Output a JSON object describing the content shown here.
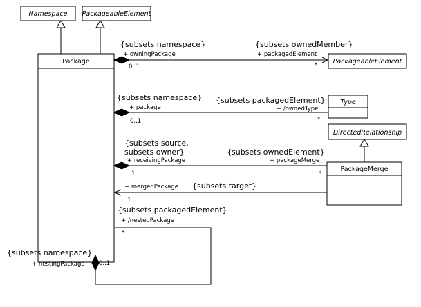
{
  "classes": {
    "namespace": "Namespace",
    "packageable_element_top": "PackageableElement",
    "package": "Package",
    "packageable_element_right": "PackageableElement",
    "type": "Type",
    "directed_relationship": "DirectedRelationship",
    "package_merge": "PackageMerge"
  },
  "associations": {
    "owned_member": {
      "source_constraint": "{subsets namespace}",
      "source_role": "+ owningPackage",
      "source_mult": "0..1",
      "target_constraint": "{subsets ownedMember}",
      "target_role": "+ packagedElement",
      "target_mult": "*"
    },
    "owned_type": {
      "source_constraint": "{subsets namespace}",
      "source_role": "+ package",
      "source_mult": "0..1",
      "target_constraint": "{subsets packagedElement}",
      "target_role": "+ /ownedType",
      "target_mult": "*"
    },
    "package_merge": {
      "source_constraint_1": "{subsets source,",
      "source_constraint_2": "subsets owner}",
      "source_role": "+ receivingPackage",
      "source_mult": "1",
      "target_constraint": "{subsets ownedElement}",
      "target_role": "+ packageMerge",
      "target_mult": "*"
    },
    "merged_package": {
      "role": "+ mergedPackage",
      "constraint": "{subsets target}",
      "mult": "1"
    },
    "nested_package": {
      "target_constraint": "{subsets packagedElement}",
      "target_role": "+ /nestedPackage",
      "target_mult": "*",
      "source_constraint": "{subsets namespace}",
      "source_role": "+ nestingPackage",
      "source_mult": "0..1"
    }
  }
}
